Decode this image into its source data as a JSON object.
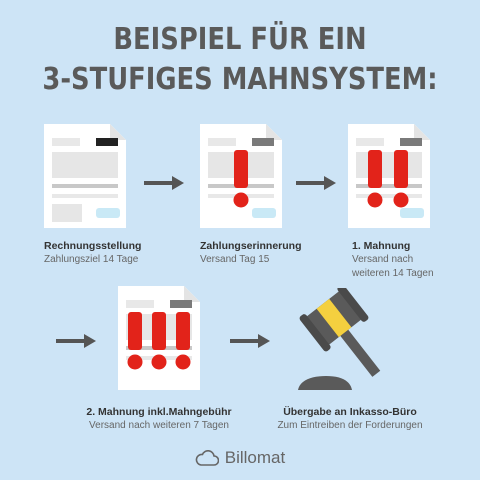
{
  "title": {
    "line1": "BEISPIEL FÜR EIN",
    "line2": "3-STUFIGES MAHNSYSTEM:"
  },
  "steps": [
    {
      "title": "Rechnungsstellung",
      "sub1": "Zahlungsziel 14 Tage",
      "sub2": "",
      "marks": 0
    },
    {
      "title": "Zahlungserinnerung",
      "sub1": "Versand Tag 15",
      "sub2": "",
      "marks": 1
    },
    {
      "title": "1. Mahnung",
      "sub1": "Versand nach",
      "sub2": "weiteren 14 Tagen",
      "marks": 2
    },
    {
      "title": "2. Mahnung inkl.Mahngebühr",
      "sub1": "Versand nach weiteren 7 Tagen",
      "sub2": "",
      "marks": 3
    },
    {
      "title": "Übergabe an Inkasso-Büro",
      "sub1": "Zum Eintreiben der Forderungen",
      "sub2": ""
    }
  ],
  "brand": {
    "name": "Billomat",
    "icon": "cloud-icon"
  },
  "colors": {
    "background": "#cde4f6",
    "exclamation": "#e2231a",
    "arrow": "#555555",
    "gavel_head": "#5a5a5a",
    "gavel_band": "#f4d03f"
  }
}
